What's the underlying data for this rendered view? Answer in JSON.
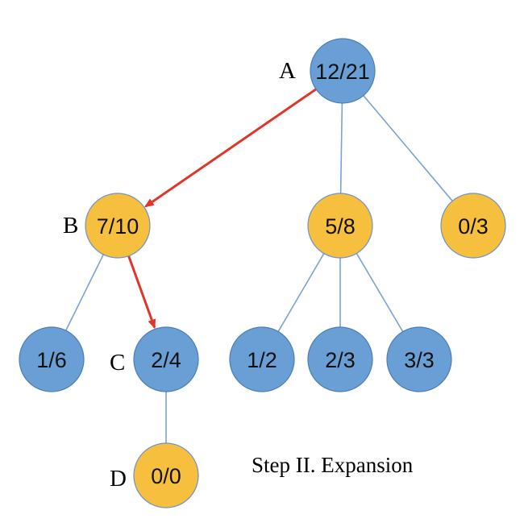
{
  "colors": {
    "blue_node": "#6a9fd6",
    "blue_stroke": "#4a7eb5",
    "yellow_node": "#f7bf3e",
    "yellow_stroke": "#6a94c8",
    "edge": "#7aa3cf",
    "selected_edge": "#e0352b"
  },
  "nodes": {
    "root": {
      "value": "12/21",
      "letter": "A",
      "color": "blue"
    },
    "b": {
      "value": "7/10",
      "letter": "B",
      "color": "yellow"
    },
    "mid": {
      "value": "5/8",
      "color": "yellow"
    },
    "right": {
      "value": "0/3",
      "color": "yellow"
    },
    "b_left": {
      "value": "1/6",
      "color": "blue"
    },
    "c": {
      "value": "2/4",
      "letter": "C",
      "color": "blue"
    },
    "mid_1": {
      "value": "1/2",
      "color": "blue"
    },
    "mid_2": {
      "value": "2/3",
      "color": "blue"
    },
    "mid_3": {
      "value": "3/3",
      "color": "blue"
    },
    "d": {
      "value": "0/0",
      "letter": "D",
      "color": "yellow"
    }
  },
  "edges": [
    {
      "from": "root",
      "to": "b",
      "selected": true
    },
    {
      "from": "root",
      "to": "mid",
      "selected": false
    },
    {
      "from": "root",
      "to": "right",
      "selected": false
    },
    {
      "from": "b",
      "to": "b_left",
      "selected": false
    },
    {
      "from": "b",
      "to": "c",
      "selected": true
    },
    {
      "from": "mid",
      "to": "mid_1",
      "selected": false
    },
    {
      "from": "mid",
      "to": "mid_2",
      "selected": false
    },
    {
      "from": "mid",
      "to": "mid_3",
      "selected": false
    },
    {
      "from": "c",
      "to": "d",
      "selected": false
    }
  ],
  "caption": "Step II. Expansion"
}
